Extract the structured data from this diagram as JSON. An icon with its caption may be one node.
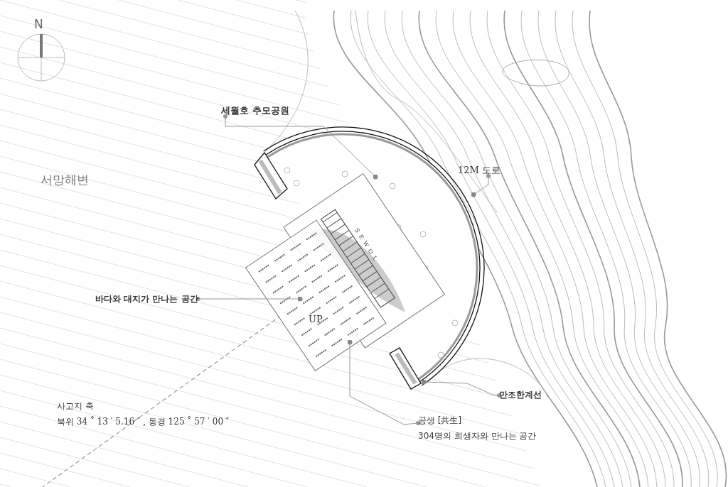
{
  "diagram": {
    "nodes": [
      {
        "text": [
          "세월호 추모공원"
        ]
      },
      {
        "text": [
          "12M 도로"
        ]
      },
      {
        "text": [
          "바다와 대지가 만나는 공간"
        ]
      },
      {
        "text": [
          "만조한계선"
        ]
      },
      {
        "text": [
          "공생 [共生]",
          "304명의 희생자와 만나는 공간"
        ]
      }
    ],
    "edges": [
      {
        "from": 0,
        "to": null,
        "arrow": "other"
      },
      {
        "from": 1,
        "to": null,
        "arrow": "other"
      },
      {
        "from": 2,
        "to": null,
        "arrow": "other"
      },
      {
        "from": 3,
        "to": null,
        "arrow": "other"
      },
      {
        "from": 4,
        "to": null,
        "arrow": "other"
      }
    ],
    "labels": [
      "N",
      "서망해변",
      "SEWOL",
      "UP",
      "사고지 축",
      "북위 34 ˚ 13 ′ 5.16 ″ , 동경 125 ˚ 57 ′ 00 ″"
    ]
  }
}
